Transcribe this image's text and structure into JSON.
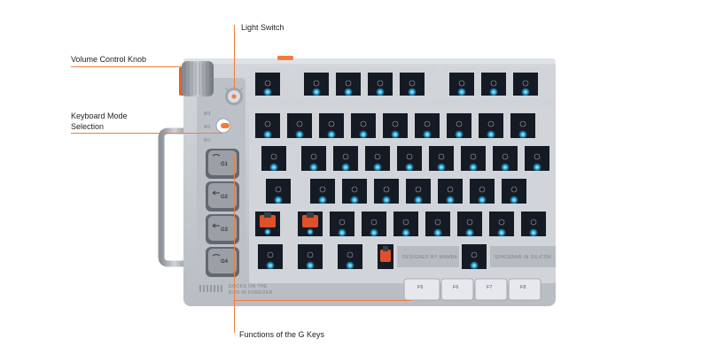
{
  "callouts": {
    "light_switch": "Light Switch",
    "volume_knob": "Volume Control Knob",
    "mode_selection_line1": "Keyboard Mode",
    "mode_selection_line2": "Selection",
    "g_keys": "Functions of the G Keys"
  },
  "mode_switch": {
    "positions": [
      "M3",
      "M2",
      "M1"
    ]
  },
  "g_keys": [
    "G1",
    "G2",
    "G3",
    "G4"
  ],
  "f_keys": [
    "F5",
    "F6",
    "F7",
    "F8"
  ],
  "plate_labels": {
    "designed_by": "DESIGNED BY MAMBA",
    "spacebar": "SPACEBAR IN SILICON",
    "badge_line1": "DOCKS ON THE",
    "badge_line2": "RUN IN FOREVER"
  },
  "colors": {
    "accent": "#f07d3c",
    "case": "#c3c8ce",
    "well": "#141b24",
    "led": "#3ec8ff",
    "switch": "#e0502a"
  }
}
